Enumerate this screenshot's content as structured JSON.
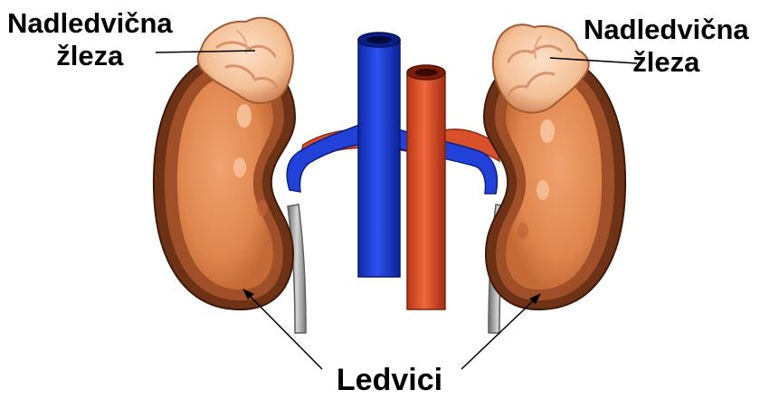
{
  "labels": {
    "adrenal_left": {
      "line1": "Nadledvična",
      "line2": "žleza"
    },
    "adrenal_right": {
      "line1": "Nadledvična",
      "line2": "žleza"
    },
    "kidneys": "Ledvici"
  },
  "colors": {
    "kidney_outer": "#7a3c19",
    "kidney_mid": "#a8552a",
    "kidney_inner": "#e38b54",
    "kidney_highlight": "#f2b184",
    "adrenal": "#f6c9a4",
    "adrenal_shadow": "#b7663b",
    "vein": "#1f3fd6",
    "artery": "#e2512a",
    "ureter": "#9a9a9a",
    "pointer_line": "#000000"
  }
}
